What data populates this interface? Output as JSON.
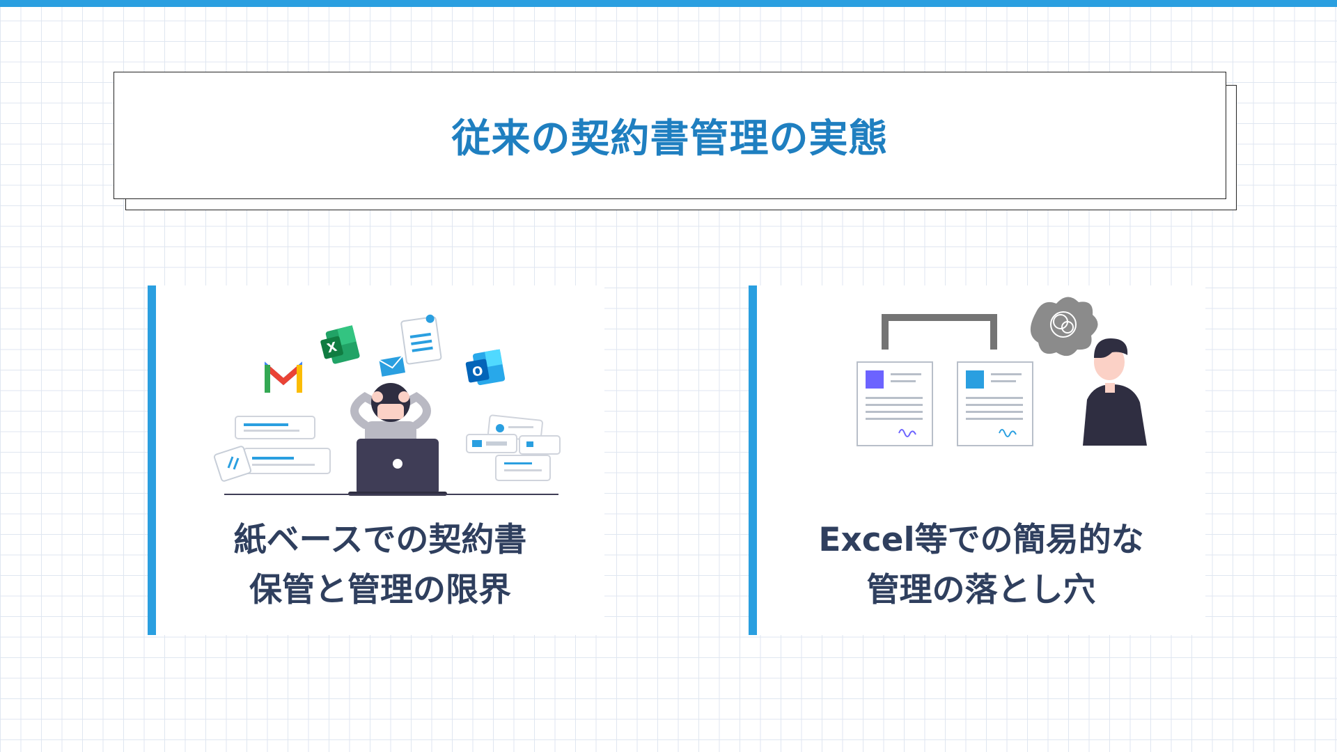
{
  "title": "従来の契約書管理の実態",
  "cards": [
    {
      "lines": [
        "紙ベースでの契約書",
        "保管と管理の限界"
      ],
      "icons": {
        "excel_letter": "X",
        "outlook_letter": "O"
      }
    },
    {
      "lines": [
        "Excel等での簡易的な",
        "管理の落とし穴"
      ]
    }
  ],
  "colors": {
    "accent": "#2a9fe0",
    "title_text": "#1f7fc0",
    "card_text": "#2f3f5e"
  }
}
